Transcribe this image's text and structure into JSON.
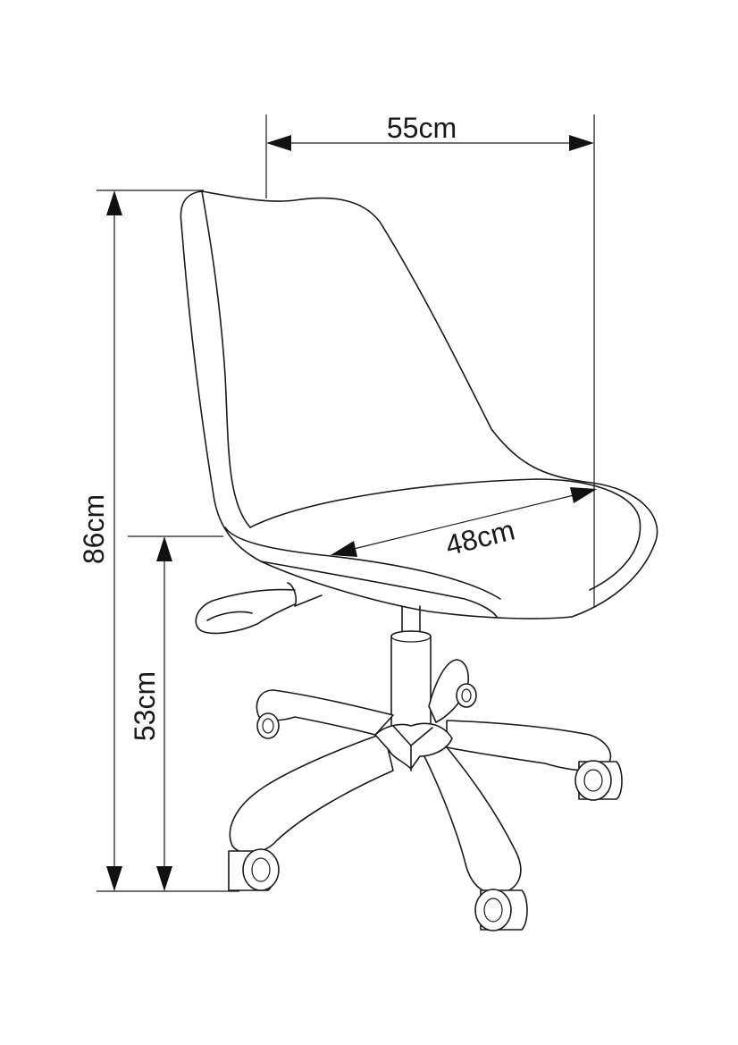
{
  "dimensions": {
    "width_label": "55cm",
    "height_label": "86cm",
    "seat_height_label": "53cm",
    "seat_depth_label": "48cm"
  }
}
